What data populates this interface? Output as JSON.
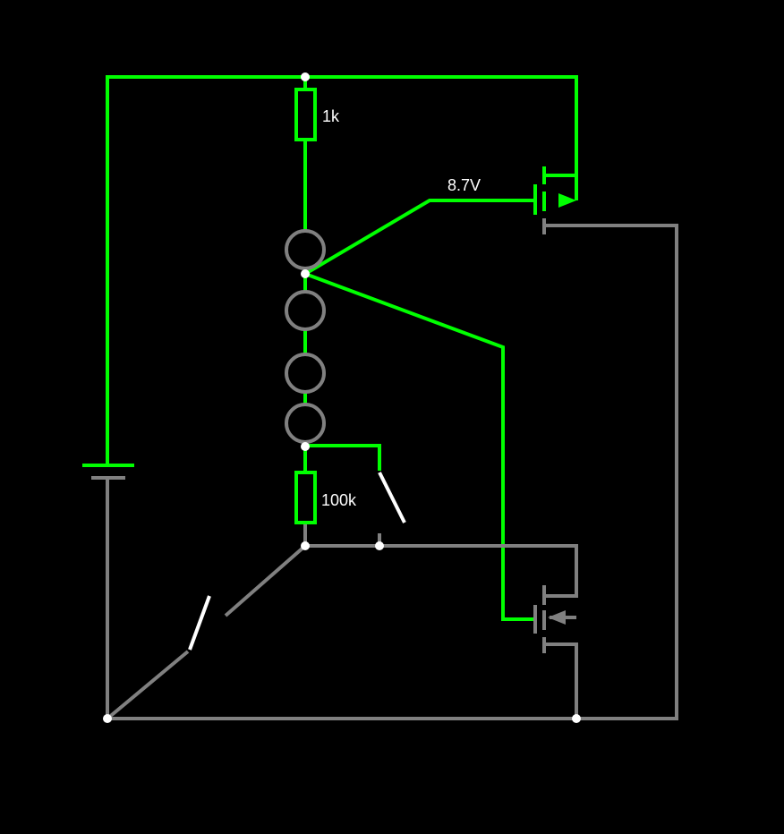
{
  "colors": {
    "background": "#000000",
    "live": "#00ff00",
    "idle": "#808080",
    "switch": "#ffffff",
    "node": "#ffffff",
    "label": "#ffffff"
  },
  "components": {
    "r_top": {
      "label": "1k"
    },
    "r_bottom": {
      "label": "100k"
    },
    "voltage_probe": {
      "label": "8.7V"
    }
  }
}
